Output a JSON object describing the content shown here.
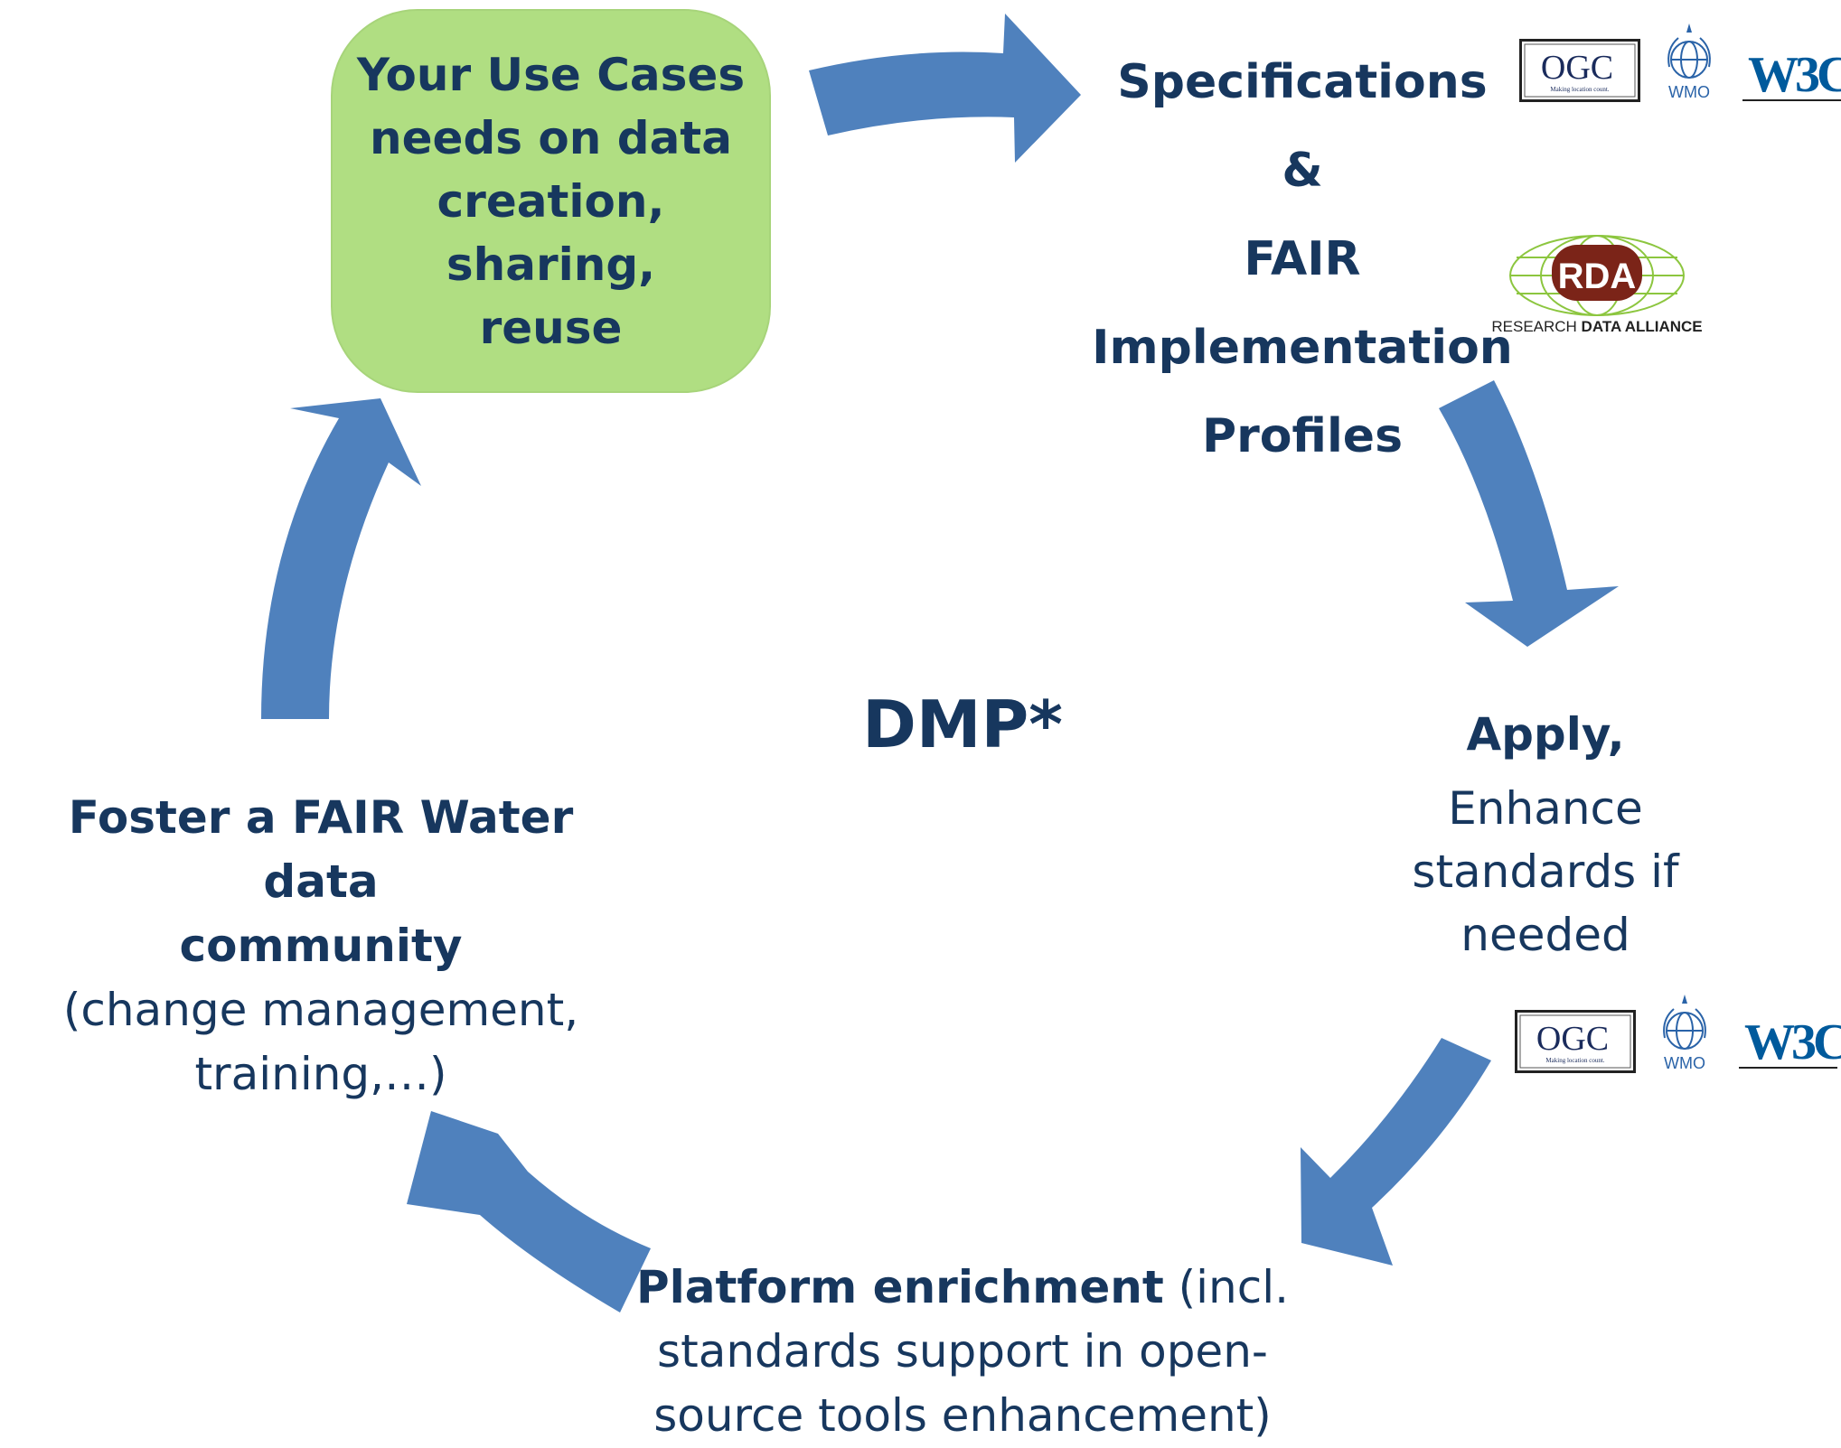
{
  "diagram": {
    "center_label": "DMP*",
    "use_cases": {
      "lines": [
        "Your Use Cases",
        "needs on data",
        "creation, sharing,",
        "reuse"
      ]
    },
    "specifications": {
      "lines": [
        "Specifications &",
        "FAIR",
        "Implementation",
        "Profiles"
      ]
    },
    "apply": {
      "title": "Apply,",
      "lines": [
        "Enhance",
        "standards if",
        "needed"
      ]
    },
    "platform": {
      "title": "Platform enrichment",
      "rest": " (incl.",
      "lines": [
        "standards support in open-",
        "source tools enhancement)"
      ]
    },
    "foster": {
      "title_lines": [
        "Foster a FAIR Water data",
        "community"
      ],
      "lines": [
        "(change management,",
        "training,…)"
      ]
    },
    "logos": {
      "ogc": {
        "name": "OGC",
        "tagline": "Making location count.",
        "icon": "ogc-logo"
      },
      "wmo": {
        "name": "WMO",
        "icon": "wmo-emblem"
      },
      "w3c": {
        "name": "W3C",
        "icon": "w3c-logo"
      },
      "rda": {
        "name": "RDA",
        "tagline_light": "RESEARCH ",
        "tagline_bold": "DATA ALLIANCE",
        "icon": "rda-logo"
      }
    },
    "colors": {
      "arrow": "#4f81bd",
      "text": "#17375e",
      "use_case_fill": "#b0de82",
      "rda_red": "#7b2418",
      "rda_green": "#8cc63f"
    }
  }
}
